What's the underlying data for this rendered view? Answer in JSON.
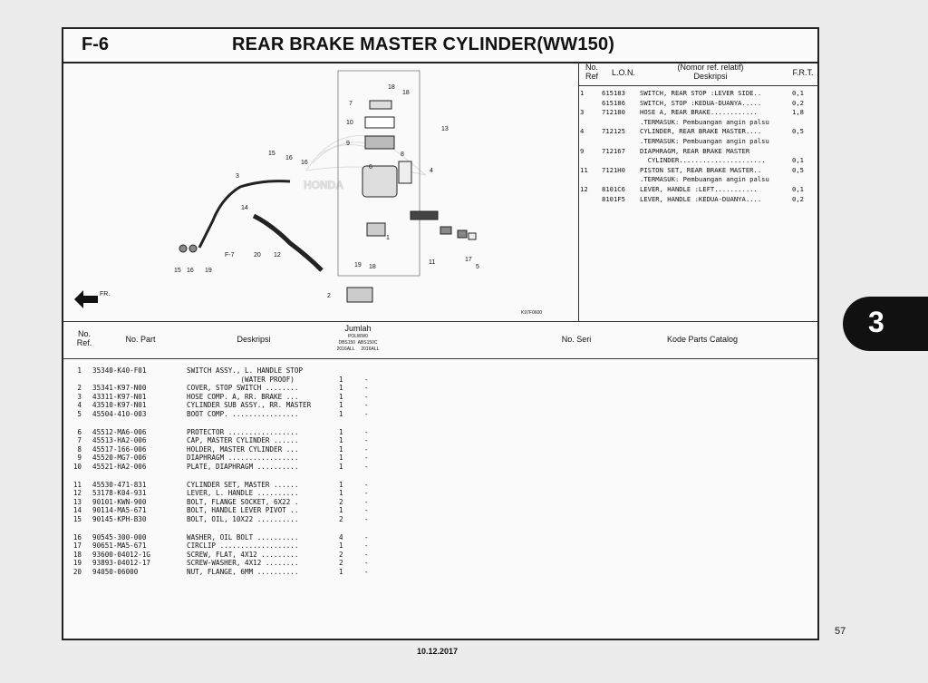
{
  "header": {
    "code": "F-6",
    "title": "REAR BRAKE MASTER CYLINDER(WW150)"
  },
  "diagram": {
    "image_code": "K97F0600",
    "direction_label": "FR.",
    "callouts": [
      "18",
      "18",
      "7",
      "13",
      "10",
      "9",
      "15",
      "16",
      "16",
      "8",
      "6",
      "3",
      "4",
      "14",
      "1",
      "F-7",
      "20",
      "12",
      "11",
      "15",
      "16",
      "19",
      "19",
      "18",
      "17",
      "5",
      "2"
    ]
  },
  "lon_table": {
    "headers": {
      "no_ref": "No.\nRef",
      "lon": "L.O.N.",
      "desc": "(Nomor ref. relatif)\nDeskripsi",
      "frt": "F.R.T."
    },
    "rows": [
      {
        "ref": "1",
        "lon": "615183",
        "desc": "SWITCH, REAR STOP :LEVER SIDE..",
        "frt": "0,1"
      },
      {
        "ref": "",
        "lon": "615186",
        "desc": "SWITCH, STOP :KEDUA-DUANYA.....",
        "frt": "0,2"
      },
      {
        "ref": "3",
        "lon": "712180",
        "desc": "HOSE A, REAR BRAKE............",
        "frt": "1,8"
      },
      {
        "ref": "",
        "lon": "",
        "desc": ".TERMASUK: Pembuangan angin palsu",
        "frt": ""
      },
      {
        "ref": "4",
        "lon": "712125",
        "desc": "CYLINDER, REAR BRAKE MASTER....",
        "frt": "0,5"
      },
      {
        "ref": "",
        "lon": "",
        "desc": ".TERMASUK: Pembuangan angin palsu",
        "frt": ""
      },
      {
        "ref": "9",
        "lon": "712167",
        "desc": "DIAPHRAGM, REAR BRAKE MASTER",
        "frt": ""
      },
      {
        "ref": "",
        "lon": "",
        "desc": "  CYLINDER......................",
        "frt": "0,1"
      },
      {
        "ref": "11",
        "lon": "7121H0",
        "desc": "PISTON SET, REAR BRAKE MASTER..",
        "frt": "0,5"
      },
      {
        "ref": "",
        "lon": "",
        "desc": ".TERMASUK: Pembuangan angin palsu",
        "frt": ""
      },
      {
        "ref": "12",
        "lon": "8101C6",
        "desc": "LEVER, HANDLE :LEFT...........",
        "frt": "0,1"
      },
      {
        "ref": "",
        "lon": "8101F5",
        "desc": "LEVER, HANDLE :KEDUA-DUANYA....",
        "frt": "0,2"
      }
    ]
  },
  "parts_table": {
    "headers": {
      "no_ref": "No.\nRef.",
      "part_no": "No. Part",
      "desc": "Deskripsi",
      "qty": "Jumlah",
      "qty_sub": "POLWW0",
      "qty_models": "DBS150  ABS150C",
      "qty_years": "2016ALL     2016ALL",
      "serial": "No. Seri",
      "catalog": "Kode Parts Catalog"
    },
    "rows": [
      {
        "ref": "1",
        "part": "35340-K40-F01",
        "desc": "SWITCH ASSY., L. HANDLE STOP",
        "q1": "",
        "q2": ""
      },
      {
        "ref": "",
        "part": "",
        "desc": "             (WATER PROOF)",
        "q1": "1",
        "q2": "-"
      },
      {
        "ref": "2",
        "part": "35341-K97-N00",
        "desc": "COVER, STOP SWITCH ........",
        "q1": "1",
        "q2": "-"
      },
      {
        "ref": "3",
        "part": "43311-K97-N01",
        "desc": "HOSE COMP. A, RR. BRAKE ...",
        "q1": "1",
        "q2": "-"
      },
      {
        "ref": "4",
        "part": "43510-K97-N01",
        "desc": "CYLINDER SUB ASSY., RR. MASTER",
        "q1": "1",
        "q2": "-"
      },
      {
        "ref": "5",
        "part": "45504-410-003",
        "desc": "BOOT COMP. ................",
        "q1": "1",
        "q2": "-"
      },
      {
        "ref": "6",
        "part": "45512-MA6-006",
        "desc": "PROTECTOR .................",
        "q1": "1",
        "q2": "-"
      },
      {
        "ref": "7",
        "part": "45513-HA2-006",
        "desc": "CAP, MASTER CYLINDER ......",
        "q1": "1",
        "q2": "-"
      },
      {
        "ref": "8",
        "part": "45517-166-006",
        "desc": "HOLDER, MASTER CYLINDER ...",
        "q1": "1",
        "q2": "-"
      },
      {
        "ref": "9",
        "part": "45520-MG7-006",
        "desc": "DIAPHRAGM .................",
        "q1": "1",
        "q2": "-"
      },
      {
        "ref": "10",
        "part": "45521-HA2-006",
        "desc": "PLATE, DIAPHRAGM ..........",
        "q1": "1",
        "q2": "-"
      },
      {
        "ref": "11",
        "part": "45530-471-831",
        "desc": "CYLINDER SET, MASTER ......",
        "q1": "1",
        "q2": "-"
      },
      {
        "ref": "12",
        "part": "53178-K04-931",
        "desc": "LEVER, L. HANDLE ..........",
        "q1": "1",
        "q2": "-"
      },
      {
        "ref": "13",
        "part": "90101-KWN-900",
        "desc": "BOLT, FLANGE SOCKET, 6X22 .",
        "q1": "2",
        "q2": "-"
      },
      {
        "ref": "14",
        "part": "90114-MA5-671",
        "desc": "BOLT, HANDLE LEVER PIVOT ..",
        "q1": "1",
        "q2": "-"
      },
      {
        "ref": "15",
        "part": "90145-KPH-B30",
        "desc": "BOLT, OIL, 10X22 ..........",
        "q1": "2",
        "q2": "-"
      },
      {
        "ref": "16",
        "part": "90545-300-000",
        "desc": "WASHER, OIL BOLT ..........",
        "q1": "4",
        "q2": "-"
      },
      {
        "ref": "17",
        "part": "90651-MA5-671",
        "desc": "CIRCLIP ...................",
        "q1": "1",
        "q2": "-"
      },
      {
        "ref": "18",
        "part": "93600-04012-1G",
        "desc": "SCREW, FLAT, 4X12 .........",
        "q1": "2",
        "q2": "-"
      },
      {
        "ref": "19",
        "part": "93893-04012-17",
        "desc": "SCREW-WASHER, 4X12 ........",
        "q1": "2",
        "q2": "-"
      },
      {
        "ref": "20",
        "part": "94050-06000",
        "desc": "NUT, FLANGE, 6MM ..........",
        "q1": "1",
        "q2": "-"
      }
    ]
  },
  "footer": {
    "date": "10.12.2017",
    "page_number": "57"
  },
  "section_tab": "3"
}
